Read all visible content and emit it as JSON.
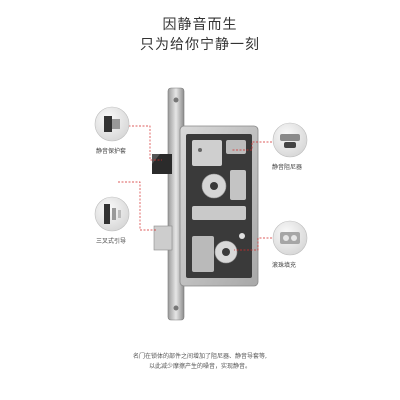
{
  "headline": {
    "line1": "因静音而生",
    "line2": "只为给你宁静一刻"
  },
  "callouts": [
    {
      "id": "silent-guard",
      "label": "静音保护套",
      "icon": "latch-sleeve-icon"
    },
    {
      "id": "silent-damper",
      "label": "静音阻尼器",
      "icon": "damper-icon"
    },
    {
      "id": "tri-fork-guide",
      "label": "三叉式引导",
      "icon": "fork-guide-icon"
    },
    {
      "id": "tiny-ball-fill",
      "label": "滚珠填充",
      "icon": "ball-bearing-icon"
    }
  ],
  "caption": {
    "line1": "名门在锁体的部件之间增加了阻尼器、静音导套等,",
    "line2": "以此减少摩擦产生的噪音，实现静音。"
  },
  "colors": {
    "accent": "#d42a2a",
    "steel": "#b8b8b8",
    "dark": "#2b2b2b"
  }
}
